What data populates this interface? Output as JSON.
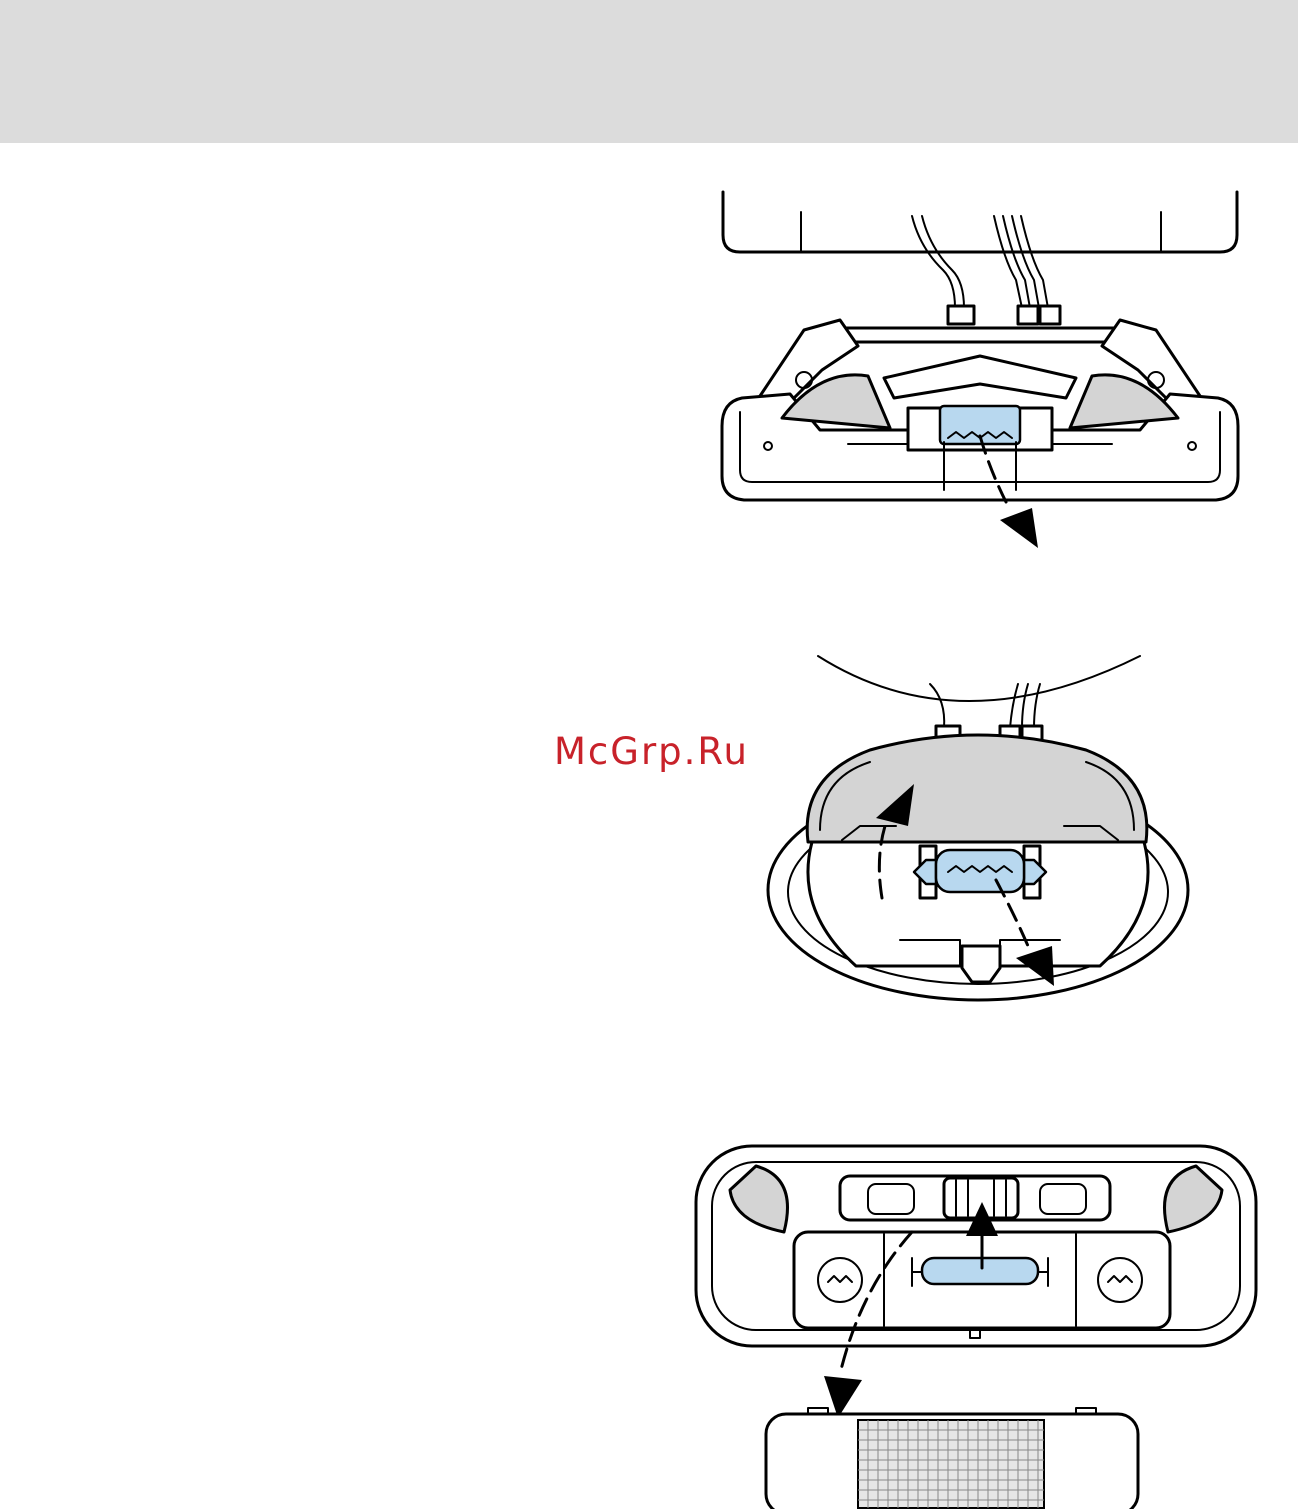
{
  "header": {
    "band_color": "#dcdcdc"
  },
  "watermark": {
    "text": "McGrp.Ru",
    "color": "#c8222a"
  },
  "illustrations": [
    {
      "id": "fig-1",
      "icon": "rear-dome-lamp-bulb-removal"
    },
    {
      "id": "fig-2",
      "icon": "oval-dome-lamp-lens-open-bulb-removal"
    },
    {
      "id": "fig-3",
      "icon": "overhead-console-lens-removal-bulb"
    }
  ],
  "colors": {
    "bulb": "#b8d8ef",
    "lens": "#d4d4d4",
    "line": "#000000"
  }
}
